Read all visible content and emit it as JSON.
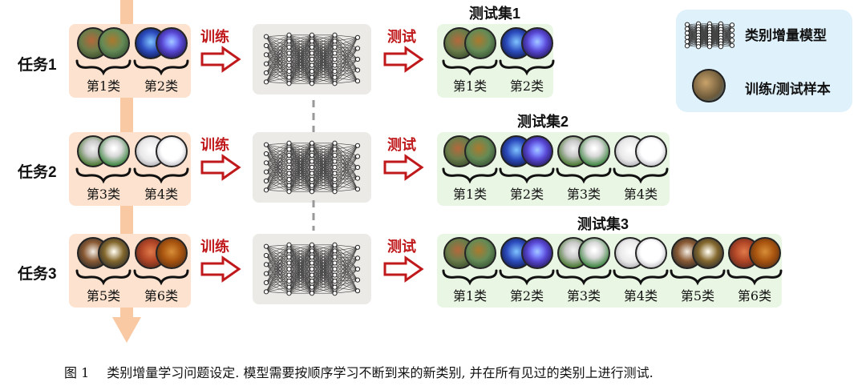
{
  "tasks": [
    {
      "label": "任务1",
      "train_label": "训练",
      "test_label": "测试",
      "test_set_title": "测试集1",
      "train_classes": [
        "第1类",
        "第2类"
      ],
      "test_classes": [
        "第1类",
        "第2类"
      ]
    },
    {
      "label": "任务2",
      "train_label": "训练",
      "test_label": "测试",
      "test_set_title": "测试集2",
      "train_classes": [
        "第3类",
        "第4类"
      ],
      "test_classes": [
        "第1类",
        "第2类",
        "第3类",
        "第4类"
      ]
    },
    {
      "label": "任务3",
      "train_label": "训练",
      "test_label": "测试",
      "test_set_title": "测试集3",
      "train_classes": [
        "第5类",
        "第6类"
      ],
      "test_classes": [
        "第1类",
        "第2类",
        "第3类",
        "第4类",
        "第5类",
        "第6类"
      ]
    }
  ],
  "legend": {
    "model_label": "类别增量模型",
    "sample_label": "训练/测试样本"
  },
  "caption": {
    "number": "图 1",
    "text": "类别增量学习问题设定. 模型需要按顺序学习不断到来的新类别, 并在所有见过的类别上进行测试."
  },
  "colors": {
    "timeline": "#f9c9a3",
    "train_panel": "#fde3cf",
    "test_panel": "#eaf6e4",
    "legend_panel": "#dff1fb",
    "arrow_red": "#c0191c"
  },
  "class_icons": [
    "bird-photo-icon",
    "jellyfish-photo-icon",
    "goose-photo-icon",
    "arctic-fox-photo-icon",
    "beagle-photo-icon",
    "crab-photo-icon"
  ]
}
